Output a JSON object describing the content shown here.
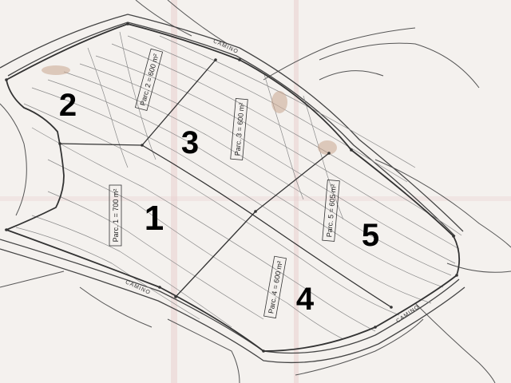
{
  "map": {
    "colors": {
      "paper": "#f4f1ee",
      "line": "#333333",
      "contour": "#8a8a8a",
      "shadow": "#c9a58f",
      "red_band": "#e9cfcf"
    },
    "parcels": [
      {
        "number": "1",
        "area_label": "Parc. 1 = 700 m²"
      },
      {
        "number": "2",
        "area_label": "Parc. 2 = 600 m²"
      },
      {
        "number": "3",
        "area_label": "Parc. 3 = 600 m²"
      },
      {
        "number": "4",
        "area_label": "Parc. 4 = 600 m²"
      },
      {
        "number": "5",
        "area_label": "Parc. 5 = 605 m²"
      }
    ],
    "roads": [
      {
        "label": "CAMINO"
      },
      {
        "label": "CAMINO"
      },
      {
        "label": "CAMINO"
      }
    ]
  }
}
